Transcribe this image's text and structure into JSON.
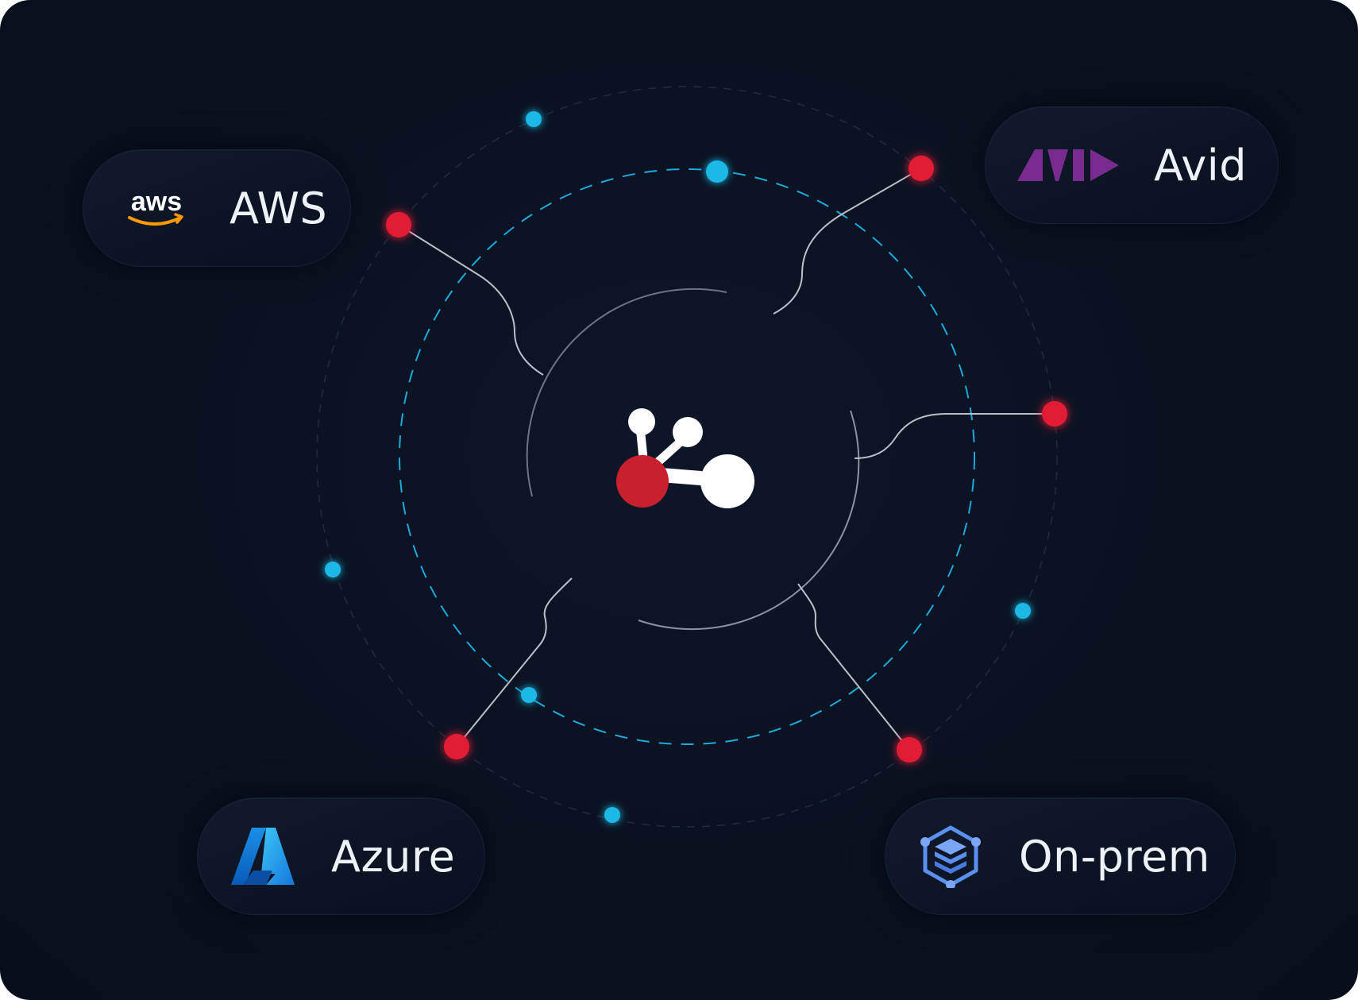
{
  "integrations": {
    "aws": {
      "label": "AWS",
      "logo_text": "aws",
      "logo_color": "#ff9900",
      "icon": "aws-logo-icon"
    },
    "avid": {
      "label": "Avid",
      "logo_color": "#7a2b8f",
      "icon": "avid-logo-icon"
    },
    "azure": {
      "label": "Azure",
      "logo_color": "#0a74d9",
      "icon": "azure-logo-icon"
    },
    "onprem": {
      "label": "On-prem",
      "logo_color": "#5b8ff0",
      "icon": "server-stack-icon"
    }
  },
  "hub": {
    "icon": "central-hub-logo-icon",
    "accent": "#c8202e"
  },
  "colors": {
    "background": "#0a1220",
    "node_red": "#e21d35",
    "node_cyan": "#1ab8e6",
    "dashed_ring": "#1ea9dc",
    "connector": "#b9c0cb"
  }
}
